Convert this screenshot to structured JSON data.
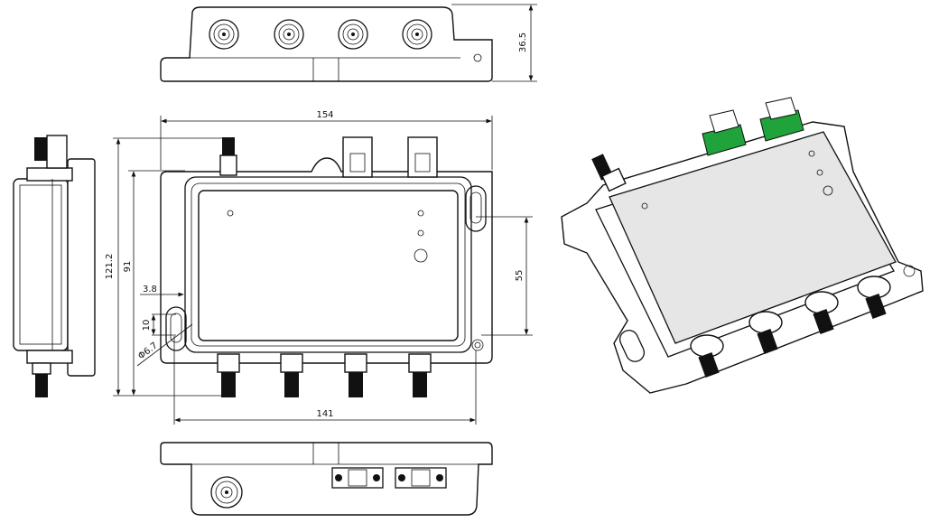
{
  "drawing": {
    "dimensions": {
      "height_top_view": "36.5",
      "overall_width": "154",
      "overall_height": "121.2",
      "mount_height": "91",
      "slot_offset": "3.8",
      "slot_length": "10",
      "hole_diameter": "Φ6.7",
      "mount_spacing_vertical": "55",
      "mount_spacing_horizontal": "141"
    },
    "colors": {
      "adapter_green": "#1fa33a",
      "panel_gray": "#e6e6e6"
    }
  }
}
